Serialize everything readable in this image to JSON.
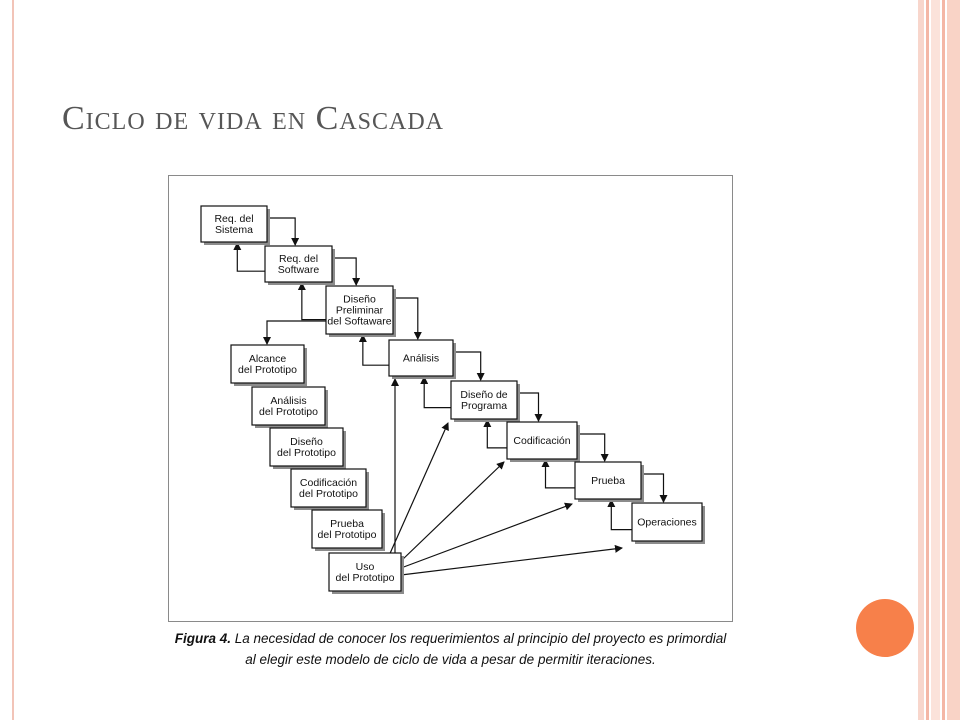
{
  "slide": {
    "title": "Ciclo de vida en Cascada",
    "caption_label": "Figura 4.",
    "caption_text": " La necesidad de conocer los requerimientos al principio del proyecto es primordial al elegir este modelo de ciclo de vida a pesar de permitir iteraciones."
  },
  "colors": {
    "accent": "#f7804a",
    "border_rose": "#f2c4b8",
    "title": "#565656"
  },
  "diagram": {
    "waterfall": [
      {
        "id": "req-sistema",
        "lines": [
          "Req. del",
          "Sistema"
        ]
      },
      {
        "id": "req-software",
        "lines": [
          "Req. del",
          "Software"
        ]
      },
      {
        "id": "diseno-preliminar",
        "lines": [
          "Diseño",
          "Preliminar",
          "del Softaware"
        ]
      },
      {
        "id": "analisis",
        "lines": [
          "Análisis"
        ]
      },
      {
        "id": "diseno-programa",
        "lines": [
          "Diseño de",
          "Programa"
        ]
      },
      {
        "id": "codificacion",
        "lines": [
          "Codificación"
        ]
      },
      {
        "id": "prueba",
        "lines": [
          "Prueba"
        ]
      },
      {
        "id": "operaciones",
        "lines": [
          "Operaciones"
        ]
      }
    ],
    "prototype": [
      {
        "id": "alcance-prototipo",
        "lines": [
          "Alcance",
          "del Prototipo"
        ]
      },
      {
        "id": "analisis-prototipo",
        "lines": [
          "Análisis",
          "del Prototipo"
        ]
      },
      {
        "id": "diseno-prototipo",
        "lines": [
          "Diseño",
          "del Prototipo"
        ]
      },
      {
        "id": "codificacion-prototipo",
        "lines": [
          "Codificación",
          "del Prototipo"
        ]
      },
      {
        "id": "prueba-prototipo",
        "lines": [
          "Prueba",
          "del Prototipo"
        ]
      },
      {
        "id": "uso-prototipo",
        "lines": [
          "Uso",
          "del Prototipo"
        ]
      }
    ]
  }
}
